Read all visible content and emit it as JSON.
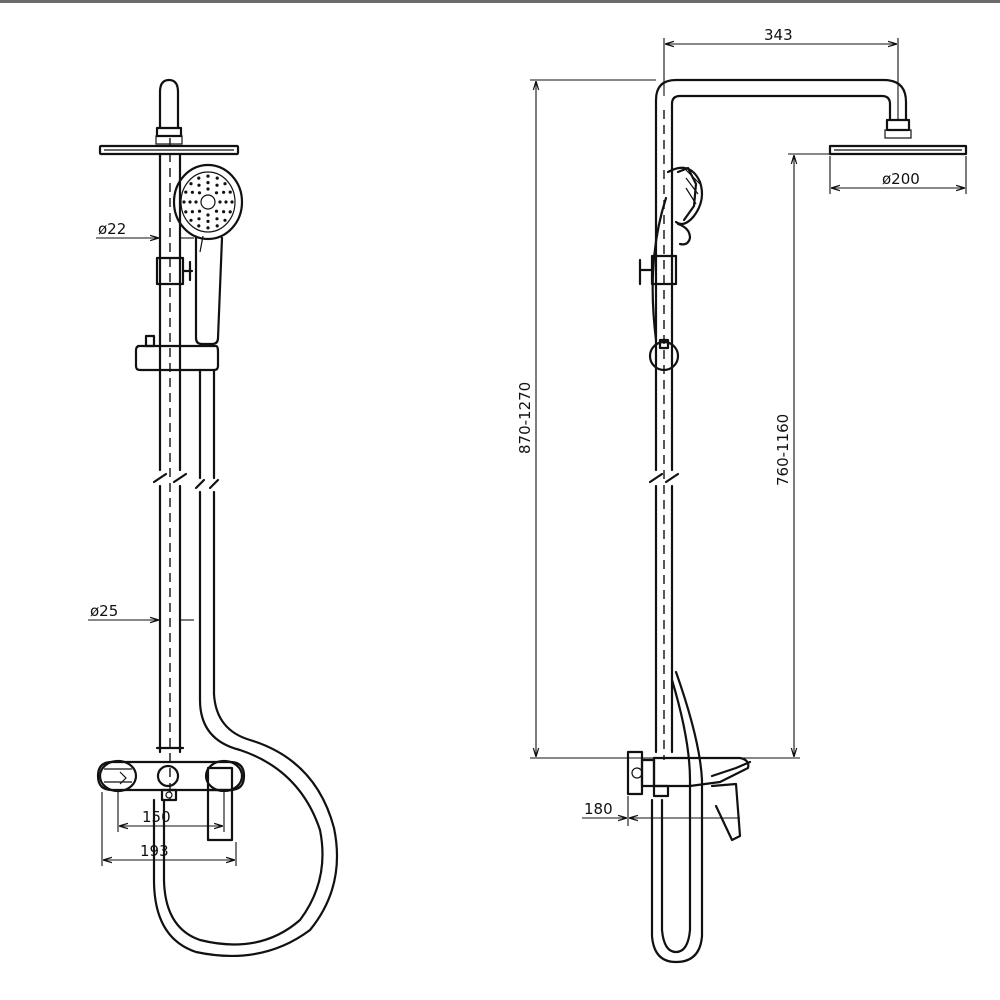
{
  "front_view": {
    "shower_arm_diameter": "ø22",
    "riser_pipe_diameter": "ø25",
    "inlet_spacing": "150",
    "mixer_width": "193"
  },
  "side_view": {
    "arm_reach": "343",
    "head_diameter": "ø200",
    "total_height_range": "870-1270",
    "head_height_range": "760-1160",
    "spout_projection": "180"
  }
}
